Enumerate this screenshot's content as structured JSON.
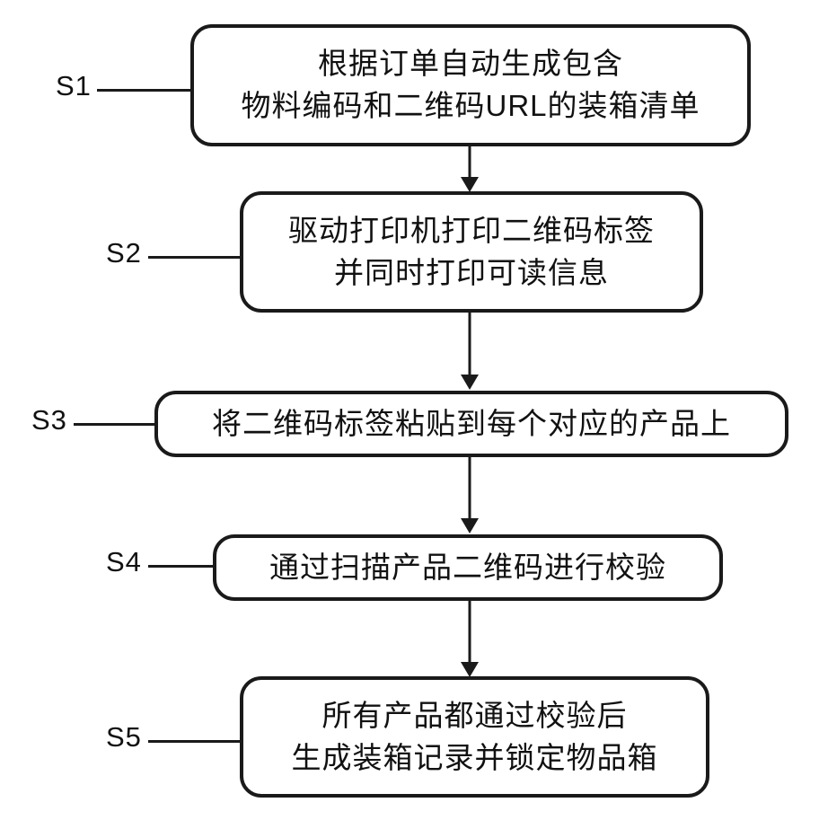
{
  "diagram": {
    "type": "flowchart",
    "background_color": "#ffffff",
    "stroke_color": "#1a1a1a",
    "steps": [
      {
        "id": "S1",
        "lines": [
          "根据订单自动生成包含",
          "物料编码和二维码URL的装箱清单"
        ]
      },
      {
        "id": "S2",
        "lines": [
          "驱动打印机打印二维码标签",
          "并同时打印可读信息"
        ]
      },
      {
        "id": "S3",
        "lines": [
          "将二维码标签粘贴到每个对应的产品上"
        ]
      },
      {
        "id": "S4",
        "lines": [
          "通过扫描产品二维码进行校验"
        ]
      },
      {
        "id": "S5",
        "lines": [
          "所有产品都通过校验后",
          "生成装箱记录并锁定物品箱"
        ]
      }
    ]
  }
}
